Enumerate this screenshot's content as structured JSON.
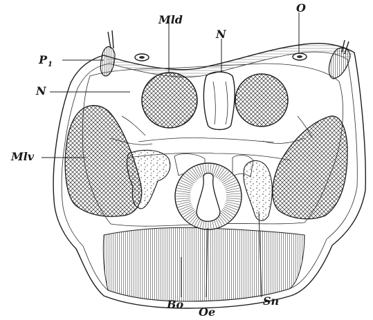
{
  "labels": {
    "p1_main": "P",
    "p1_sub": "1",
    "n_left": "N",
    "mld": "Mld",
    "n_center": "N",
    "o": "O",
    "mlv": "Mlv",
    "bo": "Bo",
    "oe": "Oe",
    "sn": "Sn"
  }
}
